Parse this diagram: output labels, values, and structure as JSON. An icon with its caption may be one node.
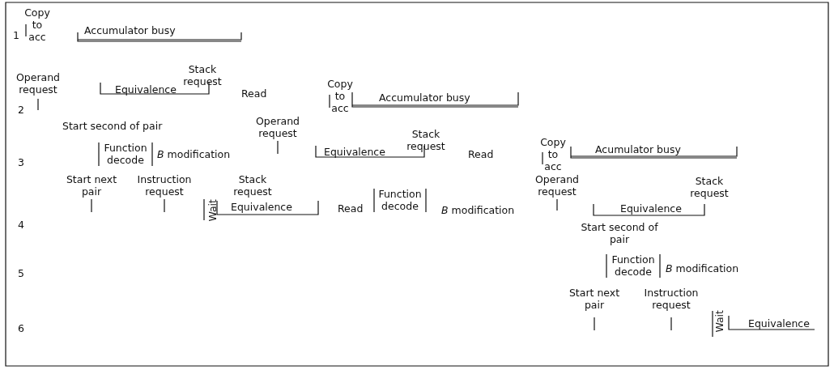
{
  "diagram": {
    "labels": [
      "1",
      "Copy to acc",
      "Accumulator busy",
      "Operand request",
      "Equivalence",
      "Stack request",
      "Read",
      "Copy to acc",
      "Accumulator busy",
      "2",
      "Start second of pair",
      "Operand request",
      "Stack request",
      "Function decode",
      "*B* modification",
      "Equivalence",
      "Read",
      "Copy to acc",
      "Acumulator busy",
      "3",
      "Start next pair",
      "Instruction request",
      "Stack request",
      "Operand request",
      "Stack request",
      "Wait",
      "Equivalence",
      "Read",
      "Function decode",
      "*B* modification",
      "Equivalence",
      "4",
      "Start second of pair",
      "Function decode",
      "*B* modification",
      "5",
      "Start next pair",
      "Instruction request",
      "6",
      "Wait",
      "Equivalence"
    ]
  }
}
